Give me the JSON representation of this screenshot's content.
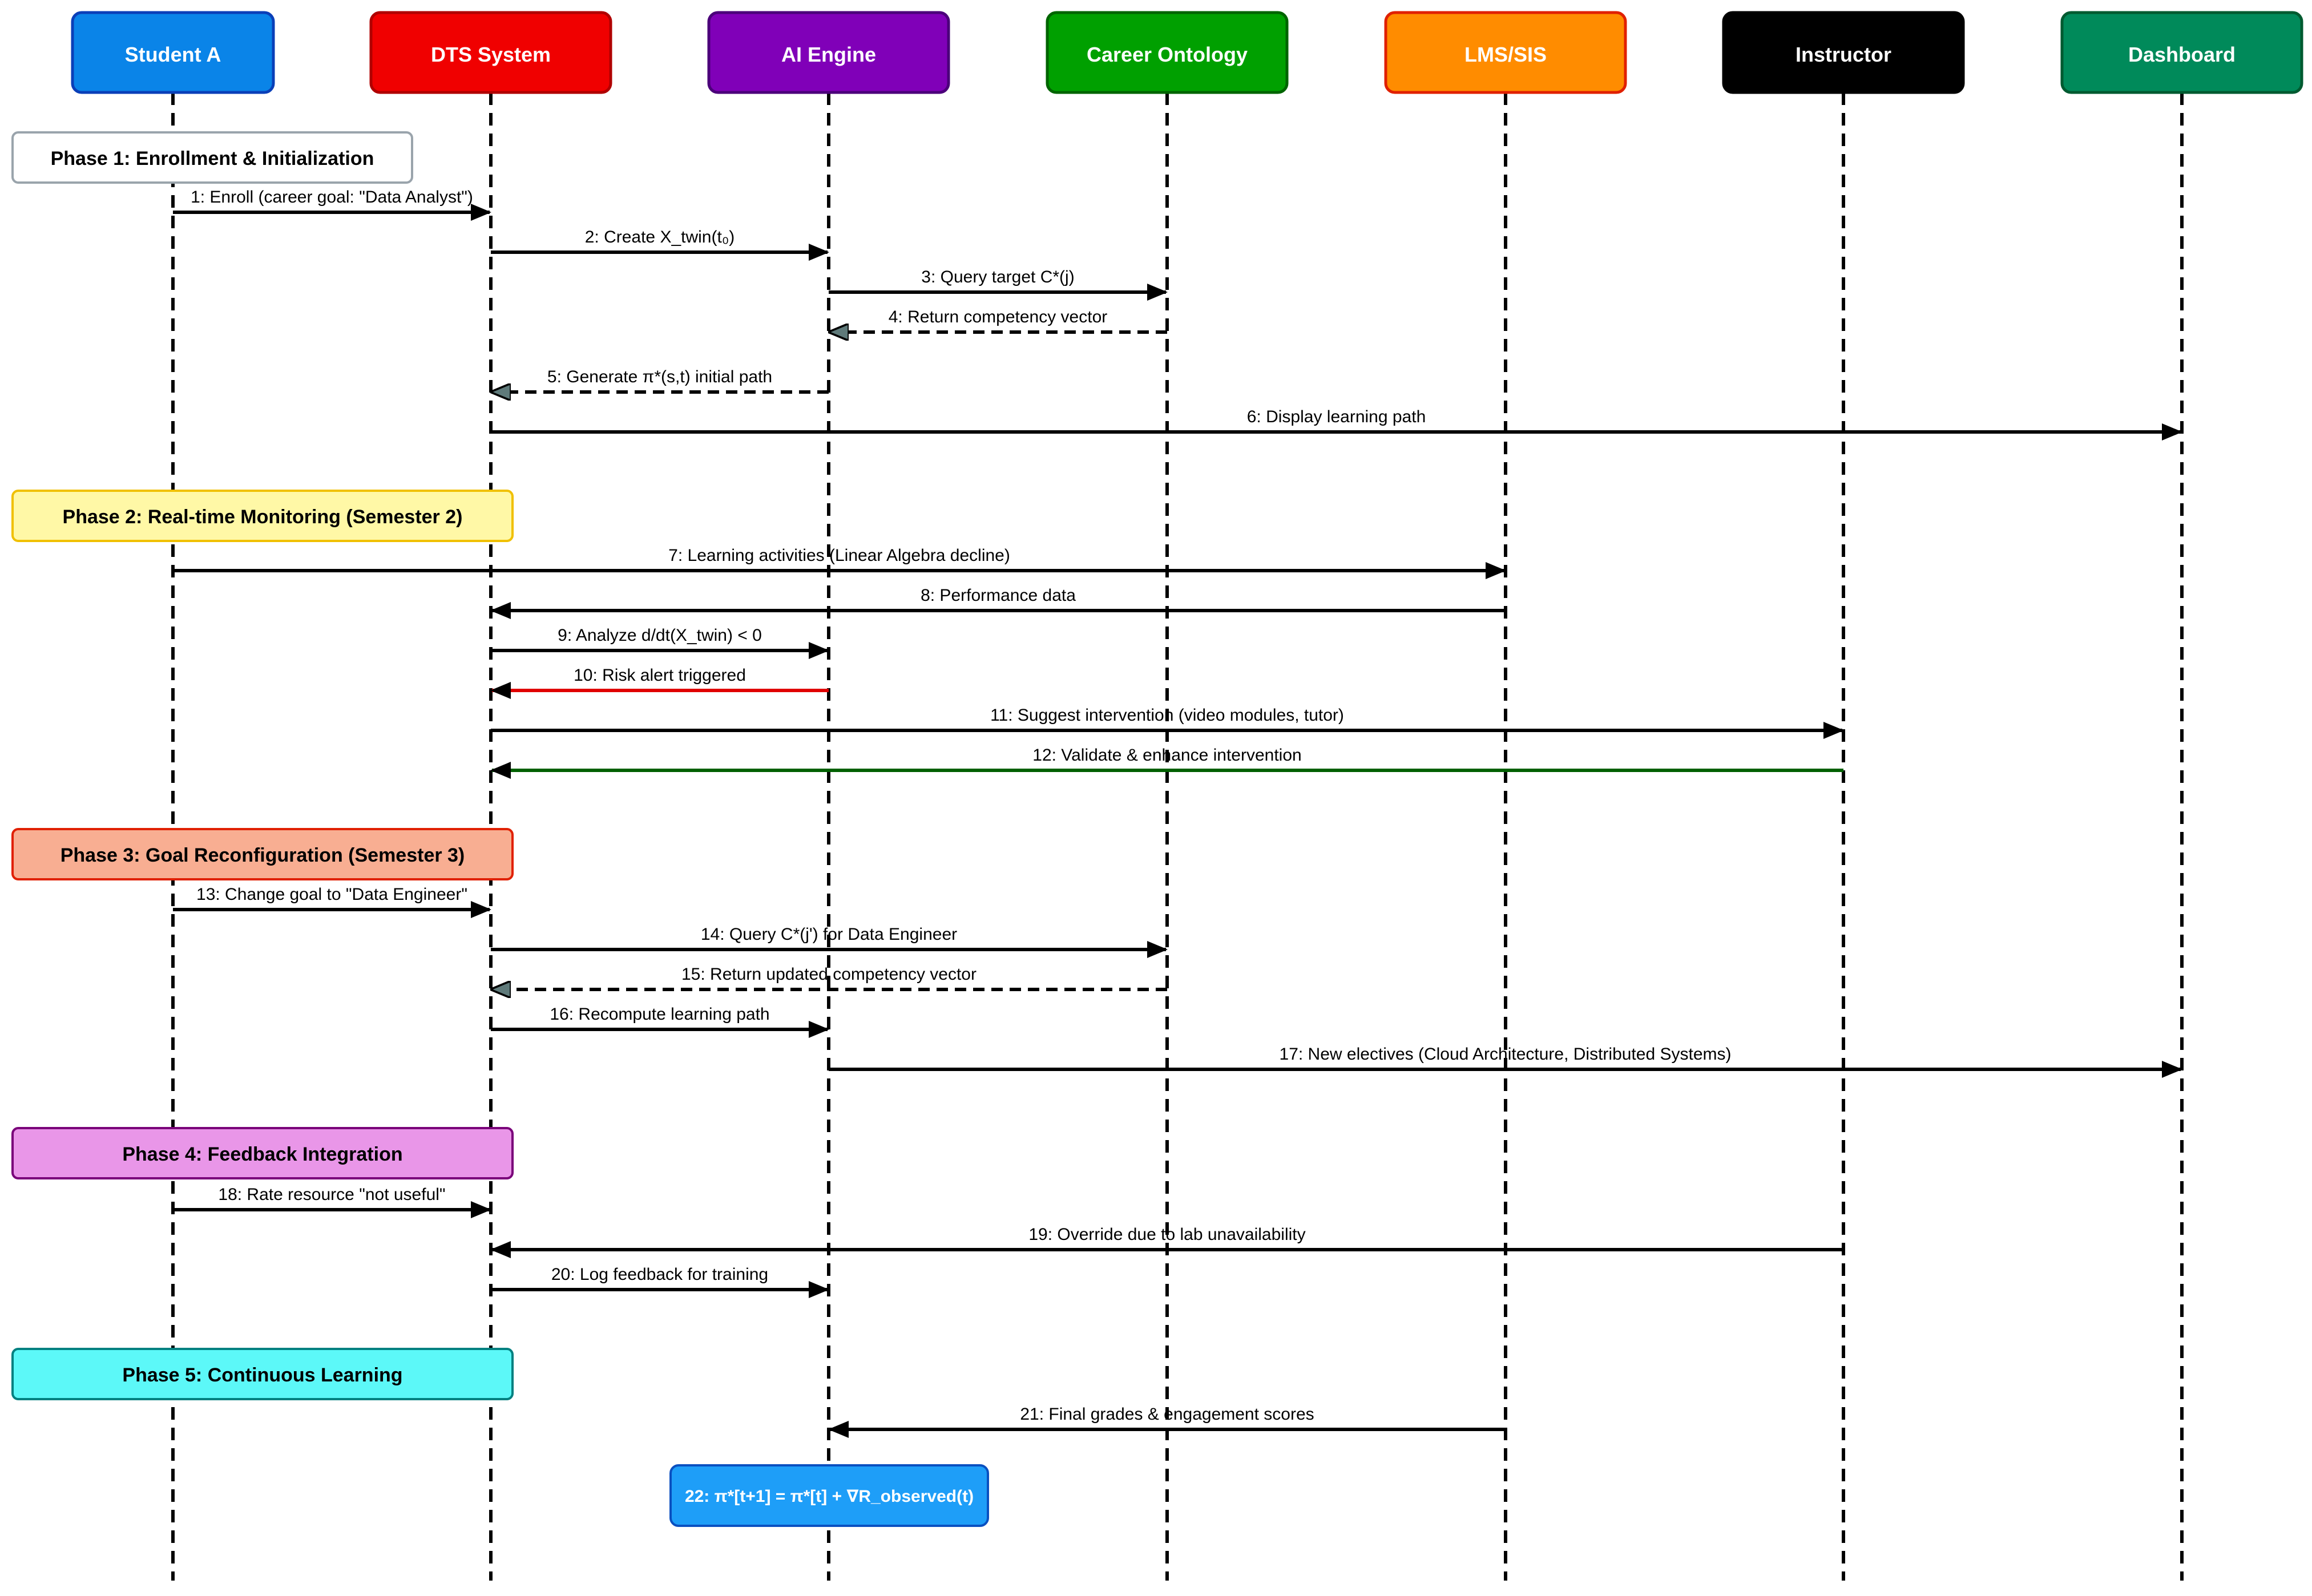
{
  "actors": [
    {
      "id": "student",
      "label": "Student A",
      "fill": "#0a84e8",
      "stroke": "#0a3fb8",
      "text_color": "#ffffff"
    },
    {
      "id": "dts",
      "label": "DTS System",
      "fill": "#f00000",
      "stroke": "#b00000",
      "text_color": "#ffffff"
    },
    {
      "id": "ai",
      "label": "AI Engine",
      "fill": "#8000b8",
      "stroke": "#4b007a",
      "text_color": "#ffffff"
    },
    {
      "id": "career",
      "label": "Career Ontology",
      "fill": "#00a000",
      "stroke": "#006400",
      "text_color": "#ffffff"
    },
    {
      "id": "lms",
      "label": "LMS/SIS",
      "fill": "#ff8c00",
      "stroke": "#e02000",
      "text_color": "#ffffff"
    },
    {
      "id": "instructor",
      "label": "Instructor",
      "fill": "#000000",
      "stroke": "#000000",
      "text_color": "#ffffff"
    },
    {
      "id": "dashboard",
      "label": "Dashboard",
      "fill": "#008a5a",
      "stroke": "#005a30",
      "text_color": "#ffffff"
    }
  ],
  "phases": [
    {
      "label": "Phase 1: Enrollment & Initialization",
      "fill": "#ffffff",
      "stroke": "#9aa4ac"
    },
    {
      "label": "Phase 2: Real-time Monitoring (Semester 2)",
      "fill": "#fff8a6",
      "stroke": "#f0c000"
    },
    {
      "label": "Phase 3: Goal Reconfiguration (Semester 3)",
      "fill": "#f8ae92",
      "stroke": "#e02000"
    },
    {
      "label": "Phase 4: Feedback Integration",
      "fill": "#e996e8",
      "stroke": "#7a007a"
    },
    {
      "label": "Phase 5: Continuous Learning",
      "fill": "#5cf8f8",
      "stroke": "#008080"
    }
  ],
  "messages": [
    {
      "from": "student",
      "to": "dts",
      "label": "1: Enroll (career goal: \"Data Analyst\")",
      "style": "solid",
      "color": "#000000"
    },
    {
      "from": "dts",
      "to": "ai",
      "label": "2: Create X_twin(t₀)",
      "style": "solid",
      "color": "#000000"
    },
    {
      "from": "ai",
      "to": "career",
      "label": "3: Query target C*(j)",
      "style": "solid",
      "color": "#000000"
    },
    {
      "from": "career",
      "to": "ai",
      "label": "4: Return competency vector",
      "style": "dashed",
      "color": "#000000"
    },
    {
      "from": "ai",
      "to": "dts",
      "label": "5: Generate π*(s,t) initial path",
      "style": "dashed",
      "color": "#000000"
    },
    {
      "from": "dts",
      "to": "dashboard",
      "label": "6: Display learning path",
      "style": "solid",
      "color": "#000000"
    },
    {
      "from": "student",
      "to": "lms",
      "label": "7: Learning activities (Linear Algebra decline)",
      "style": "solid",
      "color": "#000000"
    },
    {
      "from": "lms",
      "to": "dts",
      "label": "8: Performance data",
      "style": "solid",
      "color": "#000000"
    },
    {
      "from": "dts",
      "to": "ai",
      "label": "9: Analyze d/dt(X_twin) < 0",
      "style": "solid",
      "color": "#000000"
    },
    {
      "from": "ai",
      "to": "dts",
      "label": "10: Risk alert triggered",
      "style": "solid",
      "color": "#e00000"
    },
    {
      "from": "dts",
      "to": "instructor",
      "label": "11: Suggest intervention (video modules, tutor)",
      "style": "solid",
      "color": "#000000"
    },
    {
      "from": "instructor",
      "to": "dts",
      "label": "12: Validate & enhance intervention",
      "style": "solid",
      "color": "#006000"
    },
    {
      "from": "student",
      "to": "dts",
      "label": "13: Change goal to \"Data Engineer\"",
      "style": "solid",
      "color": "#000000"
    },
    {
      "from": "dts",
      "to": "career",
      "label": "14: Query C*(j') for Data Engineer",
      "style": "solid",
      "color": "#000000"
    },
    {
      "from": "career",
      "to": "dts",
      "label": "15: Return updated competency vector",
      "style": "dashed",
      "color": "#000000"
    },
    {
      "from": "dts",
      "to": "ai",
      "label": "16: Recompute learning path",
      "style": "solid",
      "color": "#000000"
    },
    {
      "from": "ai",
      "to": "dashboard",
      "label": "17: New electives (Cloud Architecture, Distributed Systems)",
      "style": "solid",
      "color": "#000000"
    },
    {
      "from": "student",
      "to": "dts",
      "label": "18: Rate resource \"not useful\"",
      "style": "solid",
      "color": "#000000"
    },
    {
      "from": "instructor",
      "to": "dts",
      "label": "19: Override due to lab unavailability",
      "style": "solid",
      "color": "#000000"
    },
    {
      "from": "dts",
      "to": "ai",
      "label": "20: Log feedback for training",
      "style": "solid",
      "color": "#000000"
    },
    {
      "from": "lms",
      "to": "ai",
      "label": "21: Final grades & engagement scores",
      "style": "solid",
      "color": "#000000"
    }
  ],
  "note": {
    "actor": "ai",
    "label": "22: π*[t+1] = π*[t] + ∇R_observed(t)",
    "fill": "#1e9ef8",
    "stroke": "#0a50c0"
  }
}
